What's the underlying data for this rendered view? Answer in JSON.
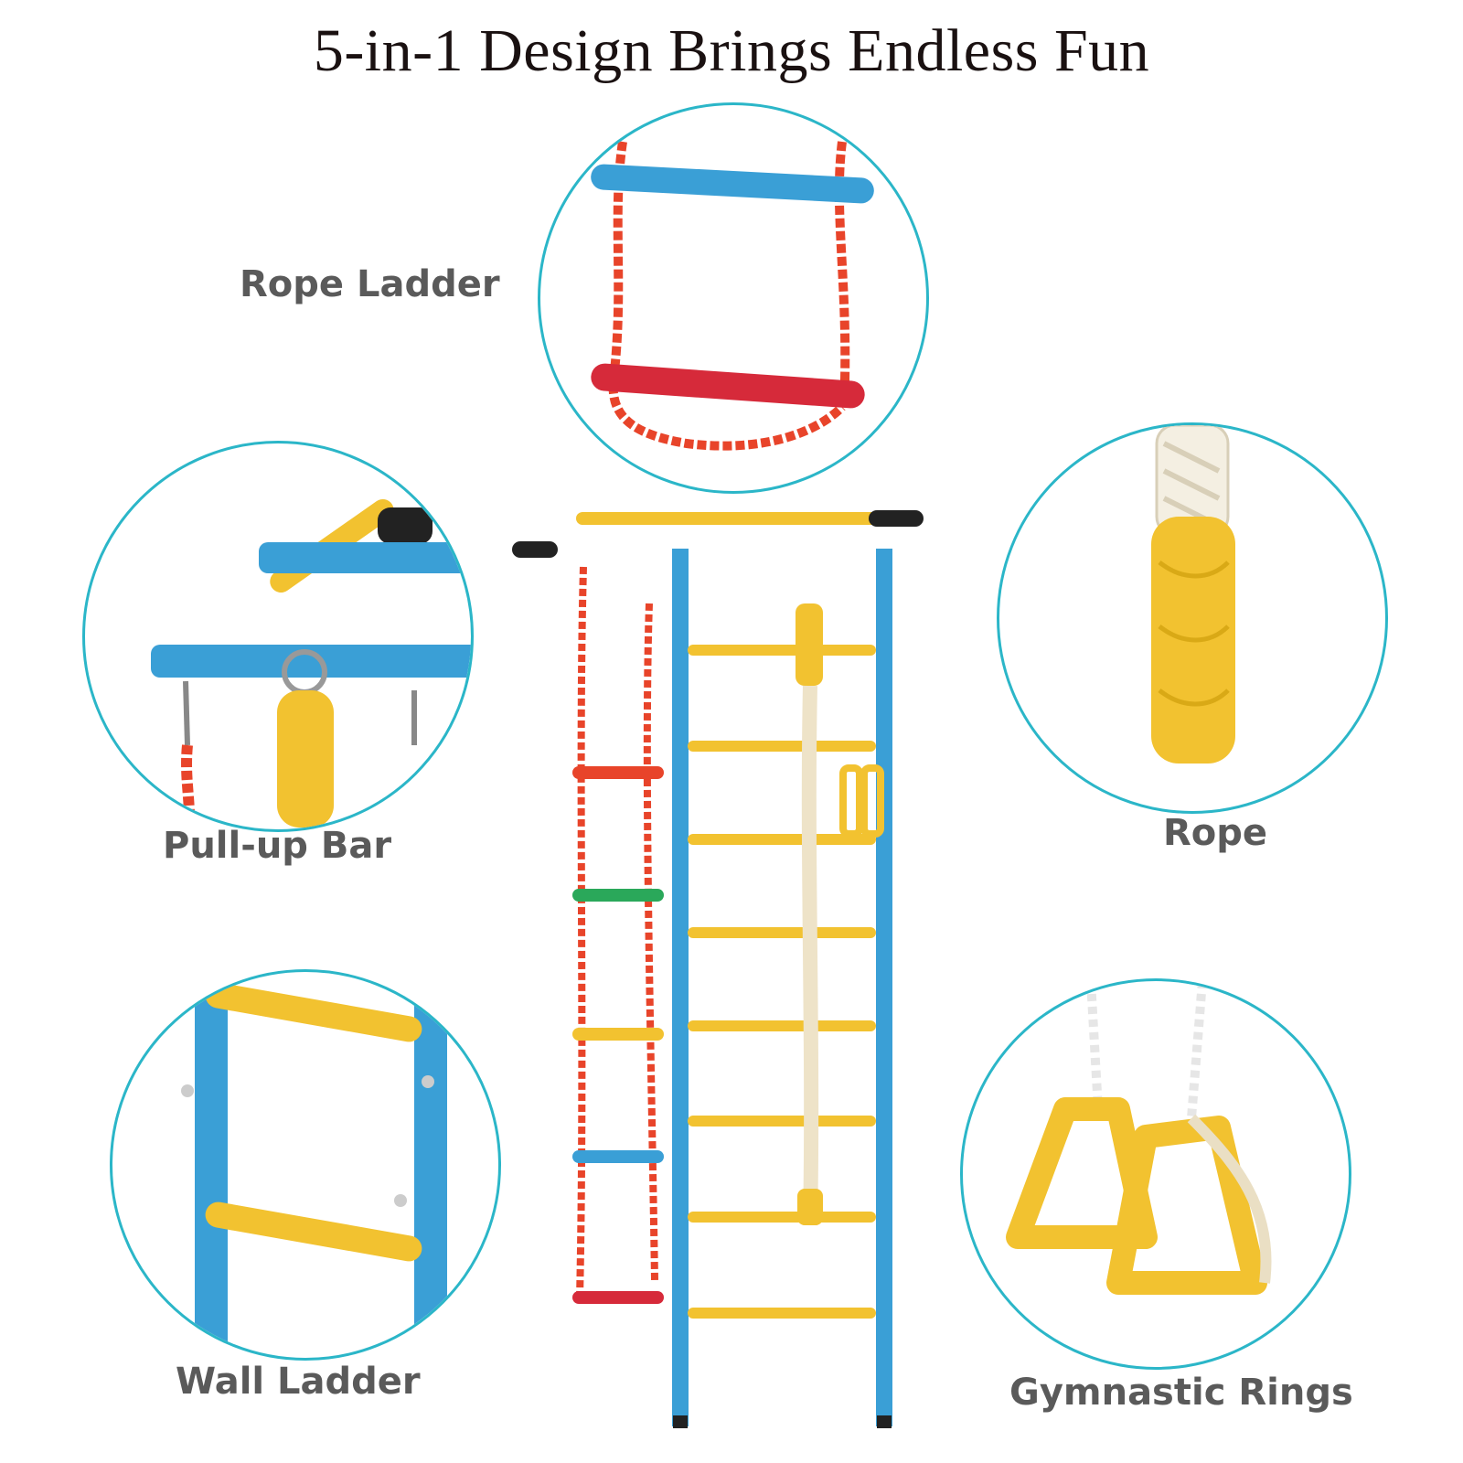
{
  "title": "5-in-1 Design Brings Endless Fun",
  "features": {
    "rope_ladder": "Rope Ladder",
    "pull_up_bar": "Pull-up Bar",
    "rope": "Rope",
    "wall_ladder": "Wall Ladder",
    "gymnastic_rings": "Gymnastic Rings"
  },
  "colors": {
    "accent_circle": "#2bb6c8",
    "frame_blue": "#3a9fd6",
    "rung_yellow": "#f2c230",
    "rope_red": "#e8442a",
    "label_gray": "#5a5a5a"
  }
}
